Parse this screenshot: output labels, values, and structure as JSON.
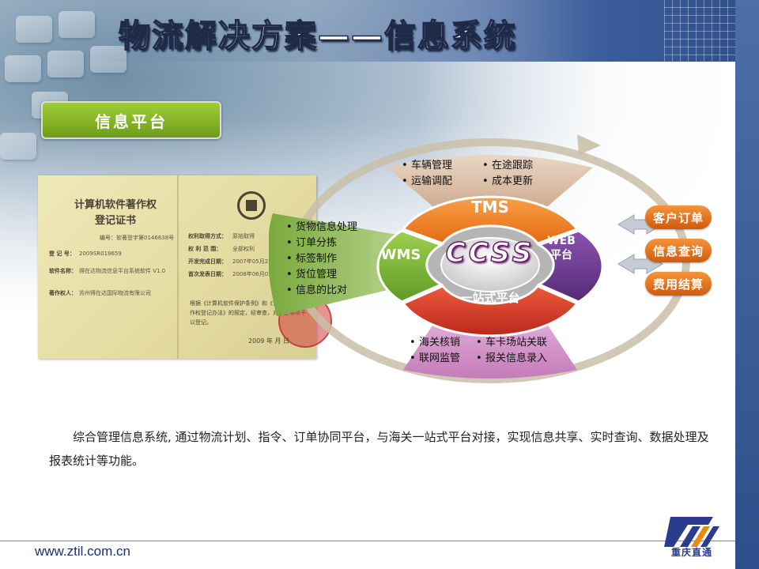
{
  "title": "物流解决方案——信息系统",
  "badge": "信息平台",
  "certificate": {
    "title_line1": "计算机软件著作权",
    "title_line2": "登记证书",
    "number_label": "编号：",
    "number_value": "软著登字第0146638号",
    "rows_left": [
      {
        "k": "登 记 号：",
        "v": "2009SR019659"
      },
      {
        "k": "软件名称：",
        "v": "得在达物流信息平台系统软件 V1.0"
      },
      {
        "k": "著作权人：",
        "v": "苏州得在达国际物流有限公司"
      }
    ],
    "rows_right": [
      {
        "k": "权利取得方式：",
        "v": "原始取得"
      },
      {
        "k": "权 利 范 围：",
        "v": "全部权利"
      },
      {
        "k": "开发完成日期：",
        "v": "2007年05月22日"
      },
      {
        "k": "首次发表日期：",
        "v": "2008年06月03日"
      }
    ],
    "body_text": "根据《计算机软件保护条例》和《计算机软件著作权登记办法》的规定，经审查，对以上事项予以登记。",
    "date": "2009 年 月 日"
  },
  "diagram": {
    "center": "CCSS",
    "segments": {
      "tms": "TMS",
      "wms": "WMS",
      "web_line1": "WEB",
      "web_line2": "平台",
      "onestop": "一站式平台"
    },
    "tms_items": [
      "车辆管理",
      "在途跟踪",
      "运输调配",
      "成本更新"
    ],
    "wms_items": [
      "货物信息处理",
      "订单分拣",
      "标签制作",
      "货位管理",
      "信息的比对"
    ],
    "onestop_items": [
      "海关核销",
      "车卡场站关联",
      "联网监管",
      "报关信息录入"
    ],
    "bullet": "•"
  },
  "pills": [
    "客户订单",
    "信息查询",
    "费用结算"
  ],
  "description": "综合管理信息系统, 通过物流计划、指令、订单协同平台，与海关一站式平台对接，实现信息共享、实时查询、数据处理及报表统计等功能。",
  "footer": {
    "url": "www.ztil.com.cn",
    "company": "重庆直通"
  },
  "colors": {
    "accent_blue": "#2c4f8b",
    "badge_green": "#7fb023",
    "pill_orange": "#e9741f",
    "tms_orange": "#f07a1a",
    "wms_green": "#7ab33a",
    "web_purple": "#6a3a8c",
    "onestop_red": "#d23a2a"
  }
}
